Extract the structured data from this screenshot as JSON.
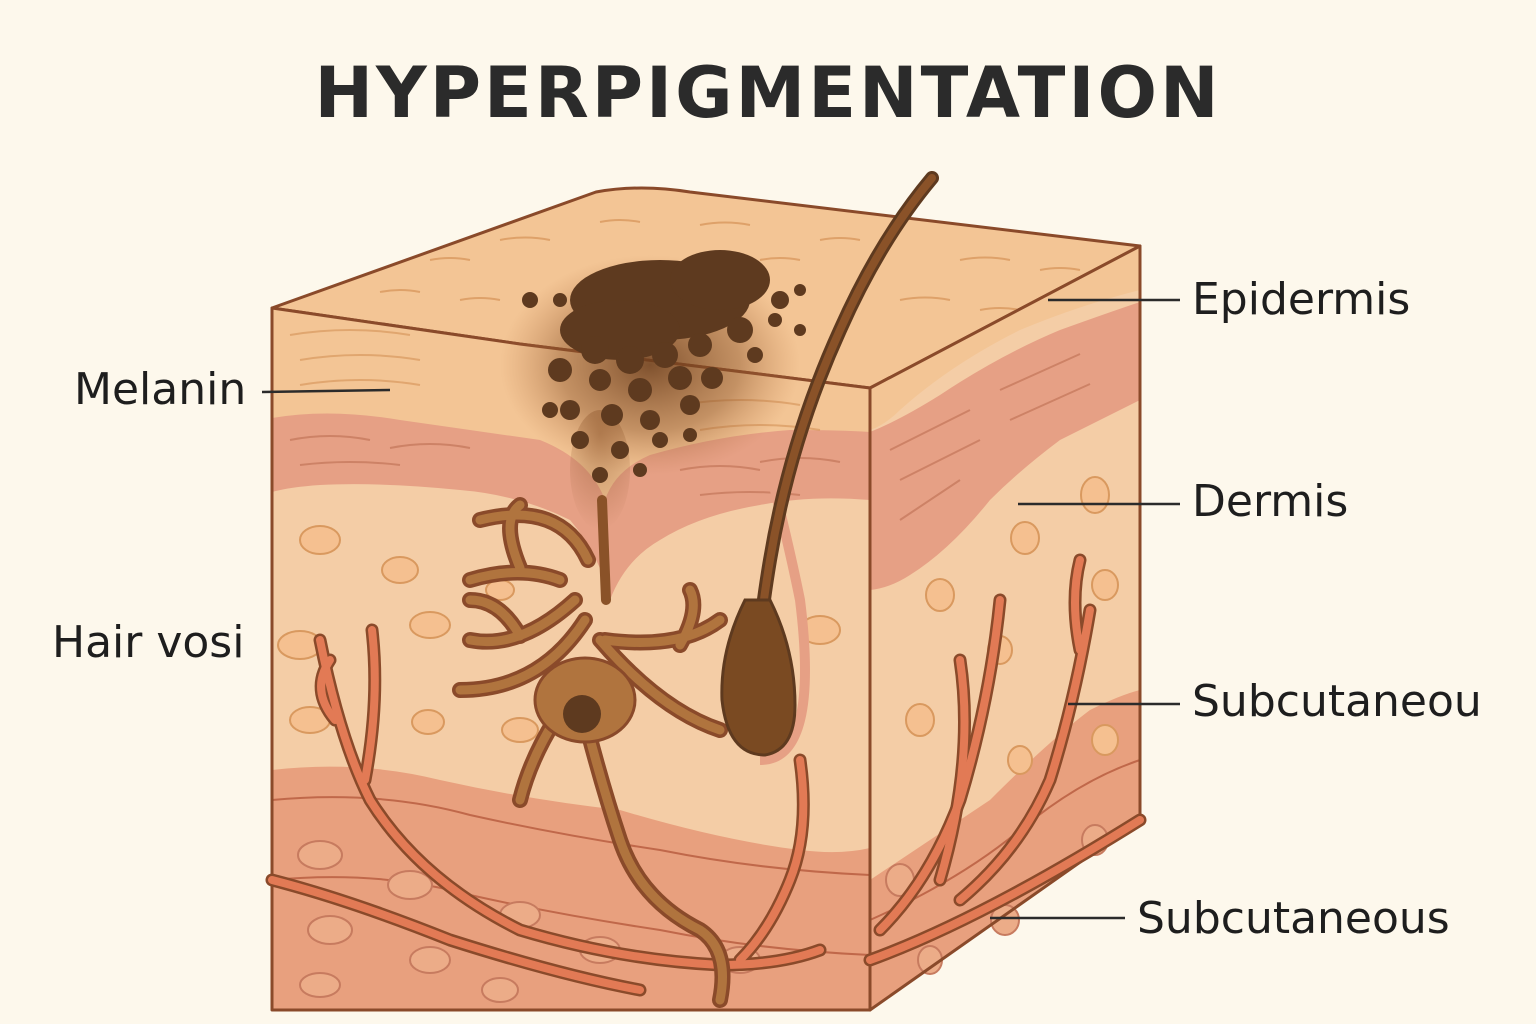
{
  "title": "HYPERPIGMENTATION",
  "labels": {
    "epidermis": "Epidermis",
    "dermis": "Dermis",
    "subcutaneous_upper": "Subcutaneou",
    "subcutaneous_lower": "Subcutaneous",
    "melanin": "Melanin",
    "hair": "Hair vosi"
  },
  "colors": {
    "background": "#fdf8ec",
    "epidermis": "#f3c595",
    "dermis_band": "#e6a085",
    "dermis": "#f4cda6",
    "subcutaneous": "#e8a07e",
    "pigment": "#5e3a1f",
    "outline": "#8a4a2a",
    "vessel": "#d96a4a"
  }
}
